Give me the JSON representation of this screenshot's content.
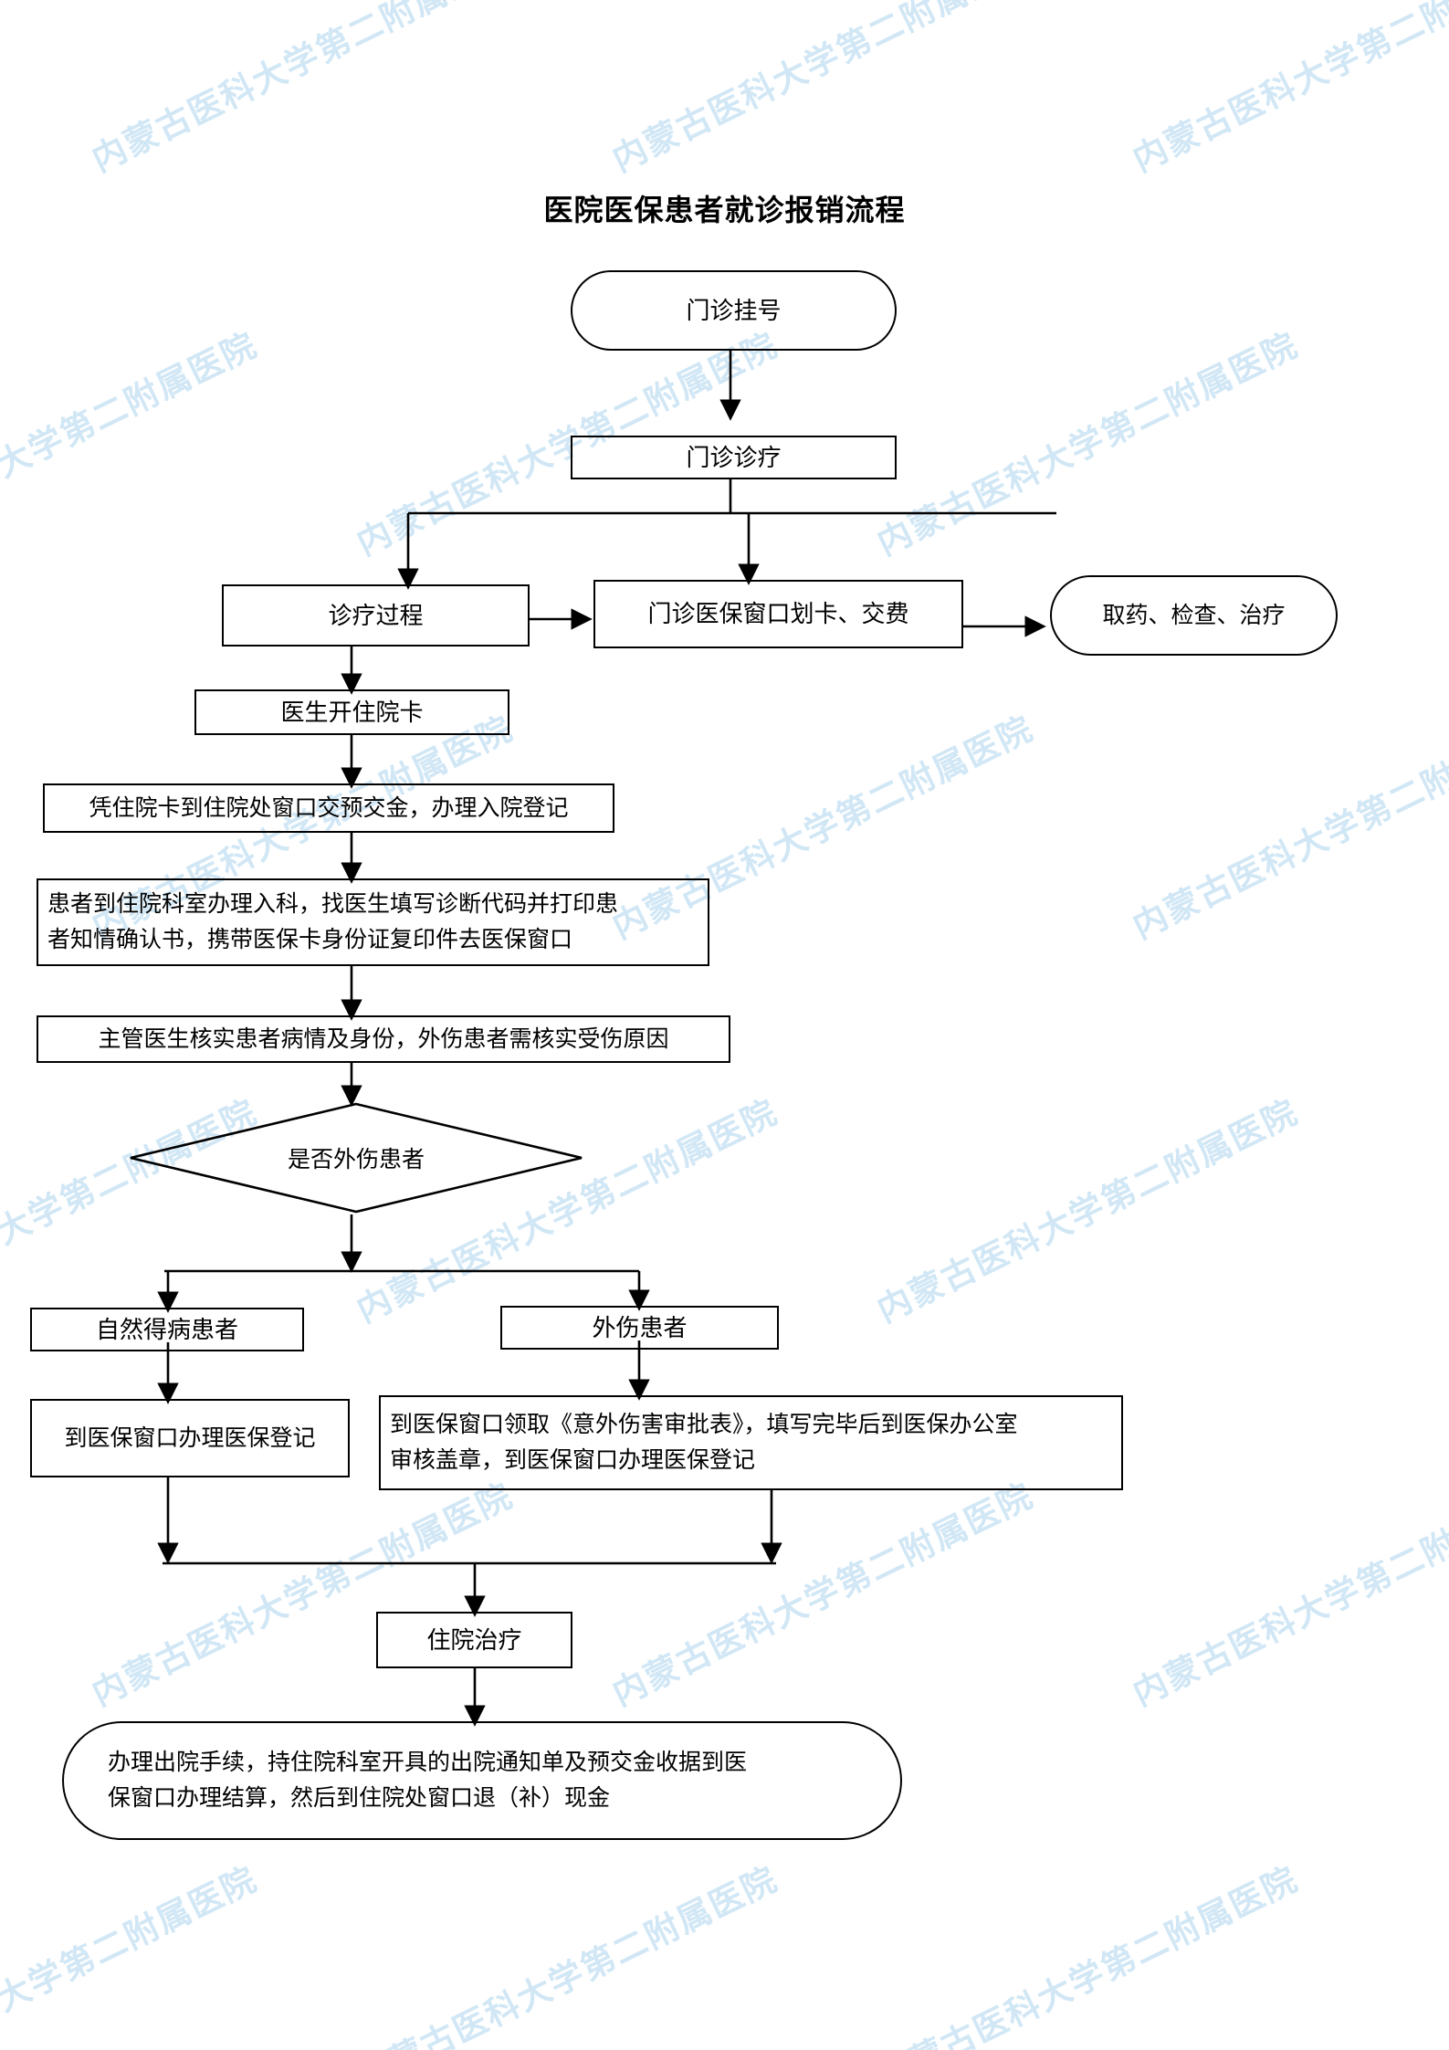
{
  "document": {
    "title": "医院医保患者就诊报销流程",
    "watermark_text": "内蒙古医科大学第二附属医院",
    "watermark_color": "#cfe6f5",
    "line_color": "#000000",
    "background_color": "#ffffff"
  },
  "chart_data": {
    "type": "diagram",
    "subtype": "flowchart",
    "title": "医院医保患者就诊报销流程",
    "orientation": "top-to-bottom",
    "nodes": [
      {
        "id": "n1",
        "label": "门诊挂号",
        "shape": "pill"
      },
      {
        "id": "n2",
        "label": "门诊诊疗",
        "shape": "rect"
      },
      {
        "id": "n3",
        "label": "诊疗过程",
        "shape": "rect"
      },
      {
        "id": "n4",
        "label": "门诊医保窗口划卡、交费",
        "shape": "rect"
      },
      {
        "id": "n5",
        "label": "取药、检查、治疗",
        "shape": "pill"
      },
      {
        "id": "n6",
        "label": "医生开住院卡",
        "shape": "rect"
      },
      {
        "id": "n7",
        "label": "凭住院卡到住院处窗口交预交金，办理入院登记",
        "shape": "rect"
      },
      {
        "id": "n8",
        "label": "患者到住院科室办理入科，找医生填写诊断代码并打印患\n者知情确认书，携带医保卡身份证复印件去医保窗口",
        "shape": "rect"
      },
      {
        "id": "n9",
        "label": "主管医生核实患者病情及身份，外伤患者需核实受伤原因",
        "shape": "rect"
      },
      {
        "id": "n10",
        "label": "是否外伤患者",
        "shape": "diamond"
      },
      {
        "id": "n11",
        "label": "自然得病患者",
        "shape": "rect"
      },
      {
        "id": "n12",
        "label": "外伤患者",
        "shape": "rect"
      },
      {
        "id": "n13",
        "label": "到医保窗口办理医保登记",
        "shape": "rect"
      },
      {
        "id": "n14",
        "label": "到医保窗口领取《意外伤害审批表》，填写完毕后到医保办公室\n审核盖章，到医保窗口办理医保登记",
        "shape": "rect"
      },
      {
        "id": "n15",
        "label": "住院治疗",
        "shape": "rect"
      },
      {
        "id": "n16",
        "label": "办理出院手续，持住院科室开具的出院通知单及预交金收据到医\n保窗口办理结算，然后到住院处窗口退（补）现金",
        "shape": "pill"
      }
    ],
    "edges": [
      {
        "from": "n1",
        "to": "n2"
      },
      {
        "from": "n2",
        "to": "n3"
      },
      {
        "from": "n2",
        "to": "n4"
      },
      {
        "from": "n3",
        "to": "n4"
      },
      {
        "from": "n4",
        "to": "n5"
      },
      {
        "from": "n3",
        "to": "n6"
      },
      {
        "from": "n6",
        "to": "n7"
      },
      {
        "from": "n7",
        "to": "n8"
      },
      {
        "from": "n8",
        "to": "n9"
      },
      {
        "from": "n9",
        "to": "n10"
      },
      {
        "from": "n10",
        "to": "n11"
      },
      {
        "from": "n10",
        "to": "n12"
      },
      {
        "from": "n11",
        "to": "n13"
      },
      {
        "from": "n12",
        "to": "n14"
      },
      {
        "from": "n13",
        "to": "n15"
      },
      {
        "from": "n14",
        "to": "n15"
      },
      {
        "from": "n15",
        "to": "n16"
      }
    ]
  }
}
